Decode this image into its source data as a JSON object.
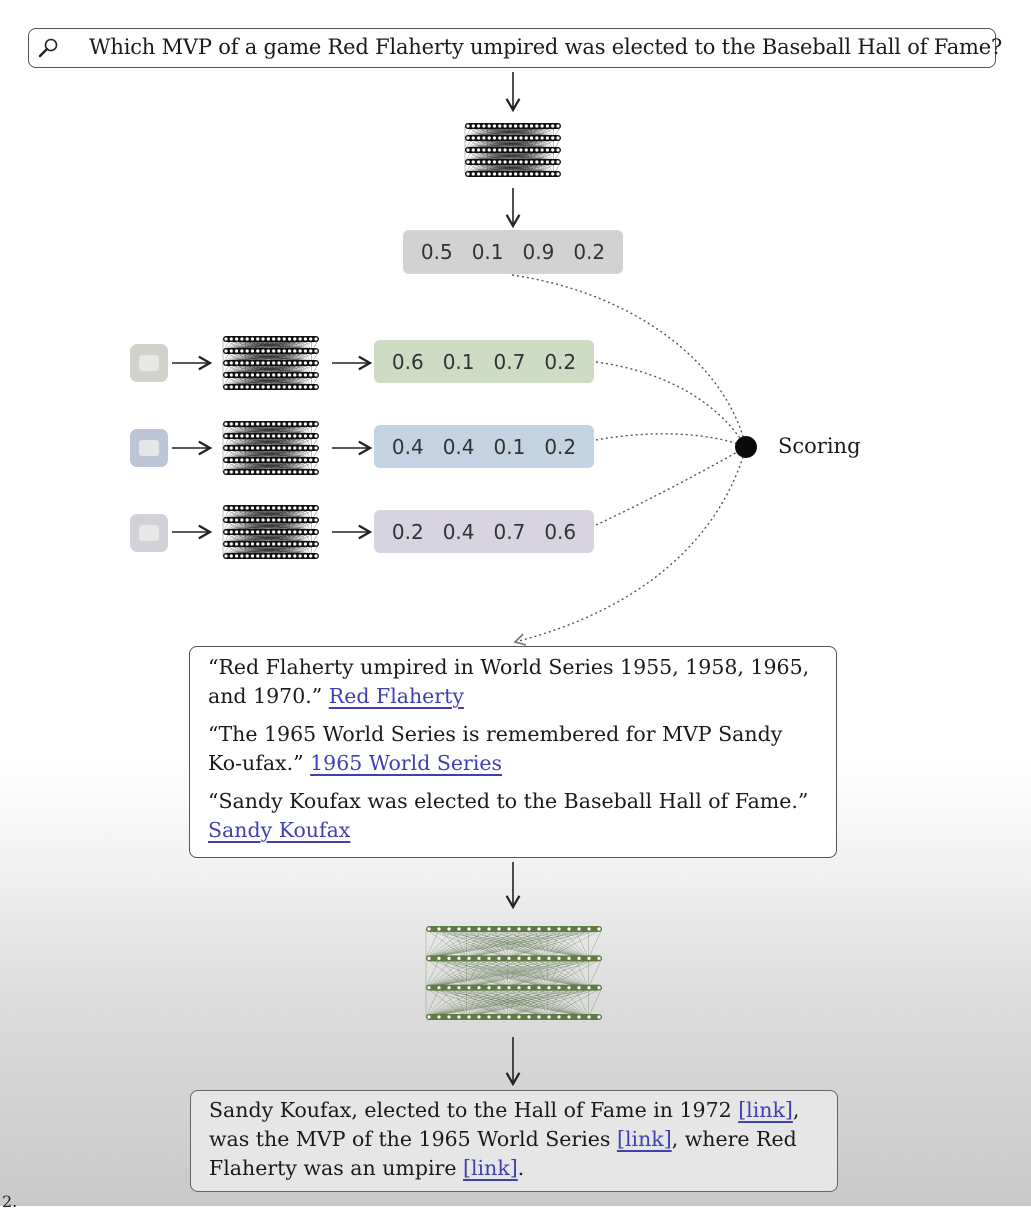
{
  "query": {
    "icon": "magnifier-icon",
    "text": "Which MVP of a game Red Flaherty umpired was elected to the Baseball Hall of Fame?"
  },
  "query_vector": [
    "0.5",
    "0.1",
    "0.9",
    "0.2"
  ],
  "documents": [
    {
      "icon": "document-icon",
      "color": "#cfd3ca",
      "vector": [
        "0.6",
        "0.1",
        "0.7",
        "0.2"
      ],
      "vector_color": "#cfdcc4"
    },
    {
      "icon": "document-icon",
      "color": "#bcc6d6",
      "vector": [
        "0.4",
        "0.4",
        "0.1",
        "0.2"
      ],
      "vector_color": "#c3d3e2"
    },
    {
      "icon": "document-icon",
      "color": "#d3d1d8",
      "vector": [
        "0.2",
        "0.4",
        "0.7",
        "0.6"
      ],
      "vector_color": "#d8d3e0"
    }
  ],
  "scoring_label": "Scoring",
  "evidence": [
    {
      "quote": "“Red Flaherty umpired in World Series 1955, 1958, 1965, and 1970.”",
      "link": "Red Flaherty"
    },
    {
      "quote": "“The 1965 World Series is remembered for MVP Sandy Ko-ufax.”",
      "link": "1965 World Series"
    },
    {
      "quote": "“Sandy Koufax was elected to the Baseball Hall of Fame.”",
      "link": "Sandy Koufax"
    }
  ],
  "answer": {
    "part1": "Sandy Koufax, elected to the Hall of Fame in 1972 ",
    "part2": ", was the MVP of the 1965 World Series ",
    "part3": ", where Red Flaherty was an umpire ",
    "part4": ".",
    "citation": "[link]"
  },
  "corner_mark": "2."
}
